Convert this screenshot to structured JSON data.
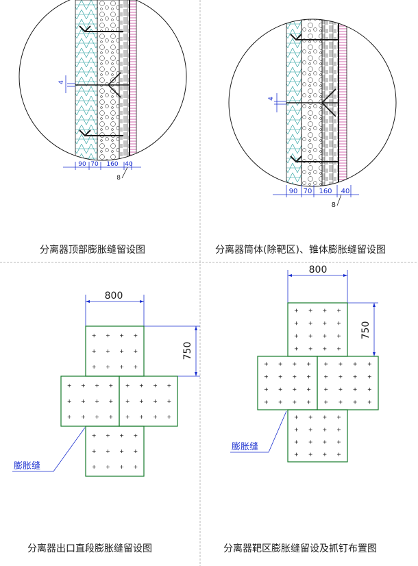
{
  "panels": {
    "top_left": {
      "caption": "分离器顶部膨胀缝留设图",
      "dim_4": "4",
      "dims": [
        "90",
        "70",
        "160",
        "40"
      ],
      "dim_8": "8"
    },
    "top_right": {
      "caption": "分离器筒体(除靶区)、锥体膨胀缝留设图",
      "dim_4": "4",
      "dims": [
        "90",
        "70",
        "160",
        "40"
      ],
      "dim_8": "8"
    },
    "bottom_left": {
      "caption": "分离器出口直段膨胀缝留设图",
      "width_dim": "800",
      "height_dim": "750",
      "joint_label": "膨胀缝"
    },
    "bottom_right": {
      "caption": "分离器靶区膨胀缝留设及抓钉布置图",
      "width_dim": "800",
      "height_dim": "750",
      "joint_label": "膨胀缝"
    }
  },
  "colors": {
    "line": "#1a1a1a",
    "dimension": "#1a2fcf",
    "block": "#157a2a",
    "hatch": "#1a9a9a",
    "magenta": "#c0208a",
    "divider": "#b8b8b8"
  }
}
